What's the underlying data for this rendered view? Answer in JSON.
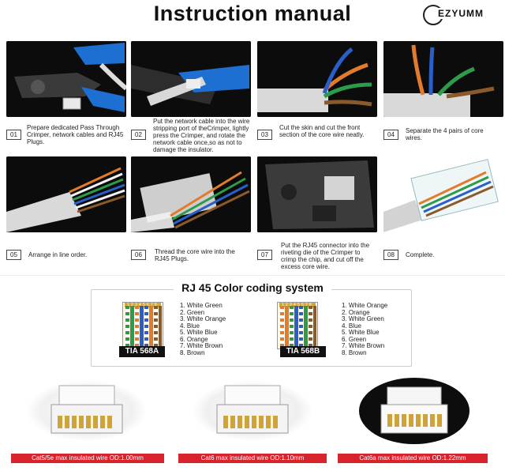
{
  "header": {
    "title": "Instruction manual",
    "brand": "EZYUMM"
  },
  "steps": [
    {
      "num": "01",
      "text": "Prepare dedicated Pass Through Crimper, network cables and RJ45 Plugs."
    },
    {
      "num": "02",
      "text": "Put the network cable into the wire stripping port of theCrimper, lightly press the Crimper, and rotate the network cable once,so as not to damage the insulator."
    },
    {
      "num": "03",
      "text": "Cut the skin and cut the front section of the core wire neatly."
    },
    {
      "num": "04",
      "text": "Separate the 4 pairs of core wires."
    },
    {
      "num": "05",
      "text": "Arrange in line order."
    },
    {
      "num": "06",
      "text": "Thread the core wire into the RJ45 Plugs."
    },
    {
      "num": "07",
      "text": "Put the RJ45 connector into the riveting die of the Crimper to crimp the chip, and cut off the excess core wire."
    },
    {
      "num": "08",
      "text": "Complete."
    }
  ],
  "color_coding": {
    "title": "RJ 45 Color coding system",
    "pin_numbers": "12345678",
    "standards": [
      {
        "label": "TIA 568A",
        "wires": [
          "1. White Green",
          "2. Green",
          "3. White Orange",
          "4. Blue",
          "5. White Blue",
          "6. Orange",
          "7. White Brown",
          "8. Brown"
        ]
      },
      {
        "label": "TIA 568B",
        "wires": [
          "1. White Orange",
          "2. Orange",
          "3. White Green",
          "4. Blue",
          "5. White Blue",
          "6. Green",
          "7. White Brown",
          "8. Brown"
        ]
      }
    ]
  },
  "plugs": [
    {
      "label": "Cat5/5e max insulated wire OD:1.00mm"
    },
    {
      "label": "Cat6 max insulated wire OD:1.10mm"
    },
    {
      "label": "Cat6a  max insulated wire OD:1.22mm"
    }
  ],
  "colors": {
    "accent_red": "#d9232a",
    "photo_bg": "#0c0c0c"
  }
}
